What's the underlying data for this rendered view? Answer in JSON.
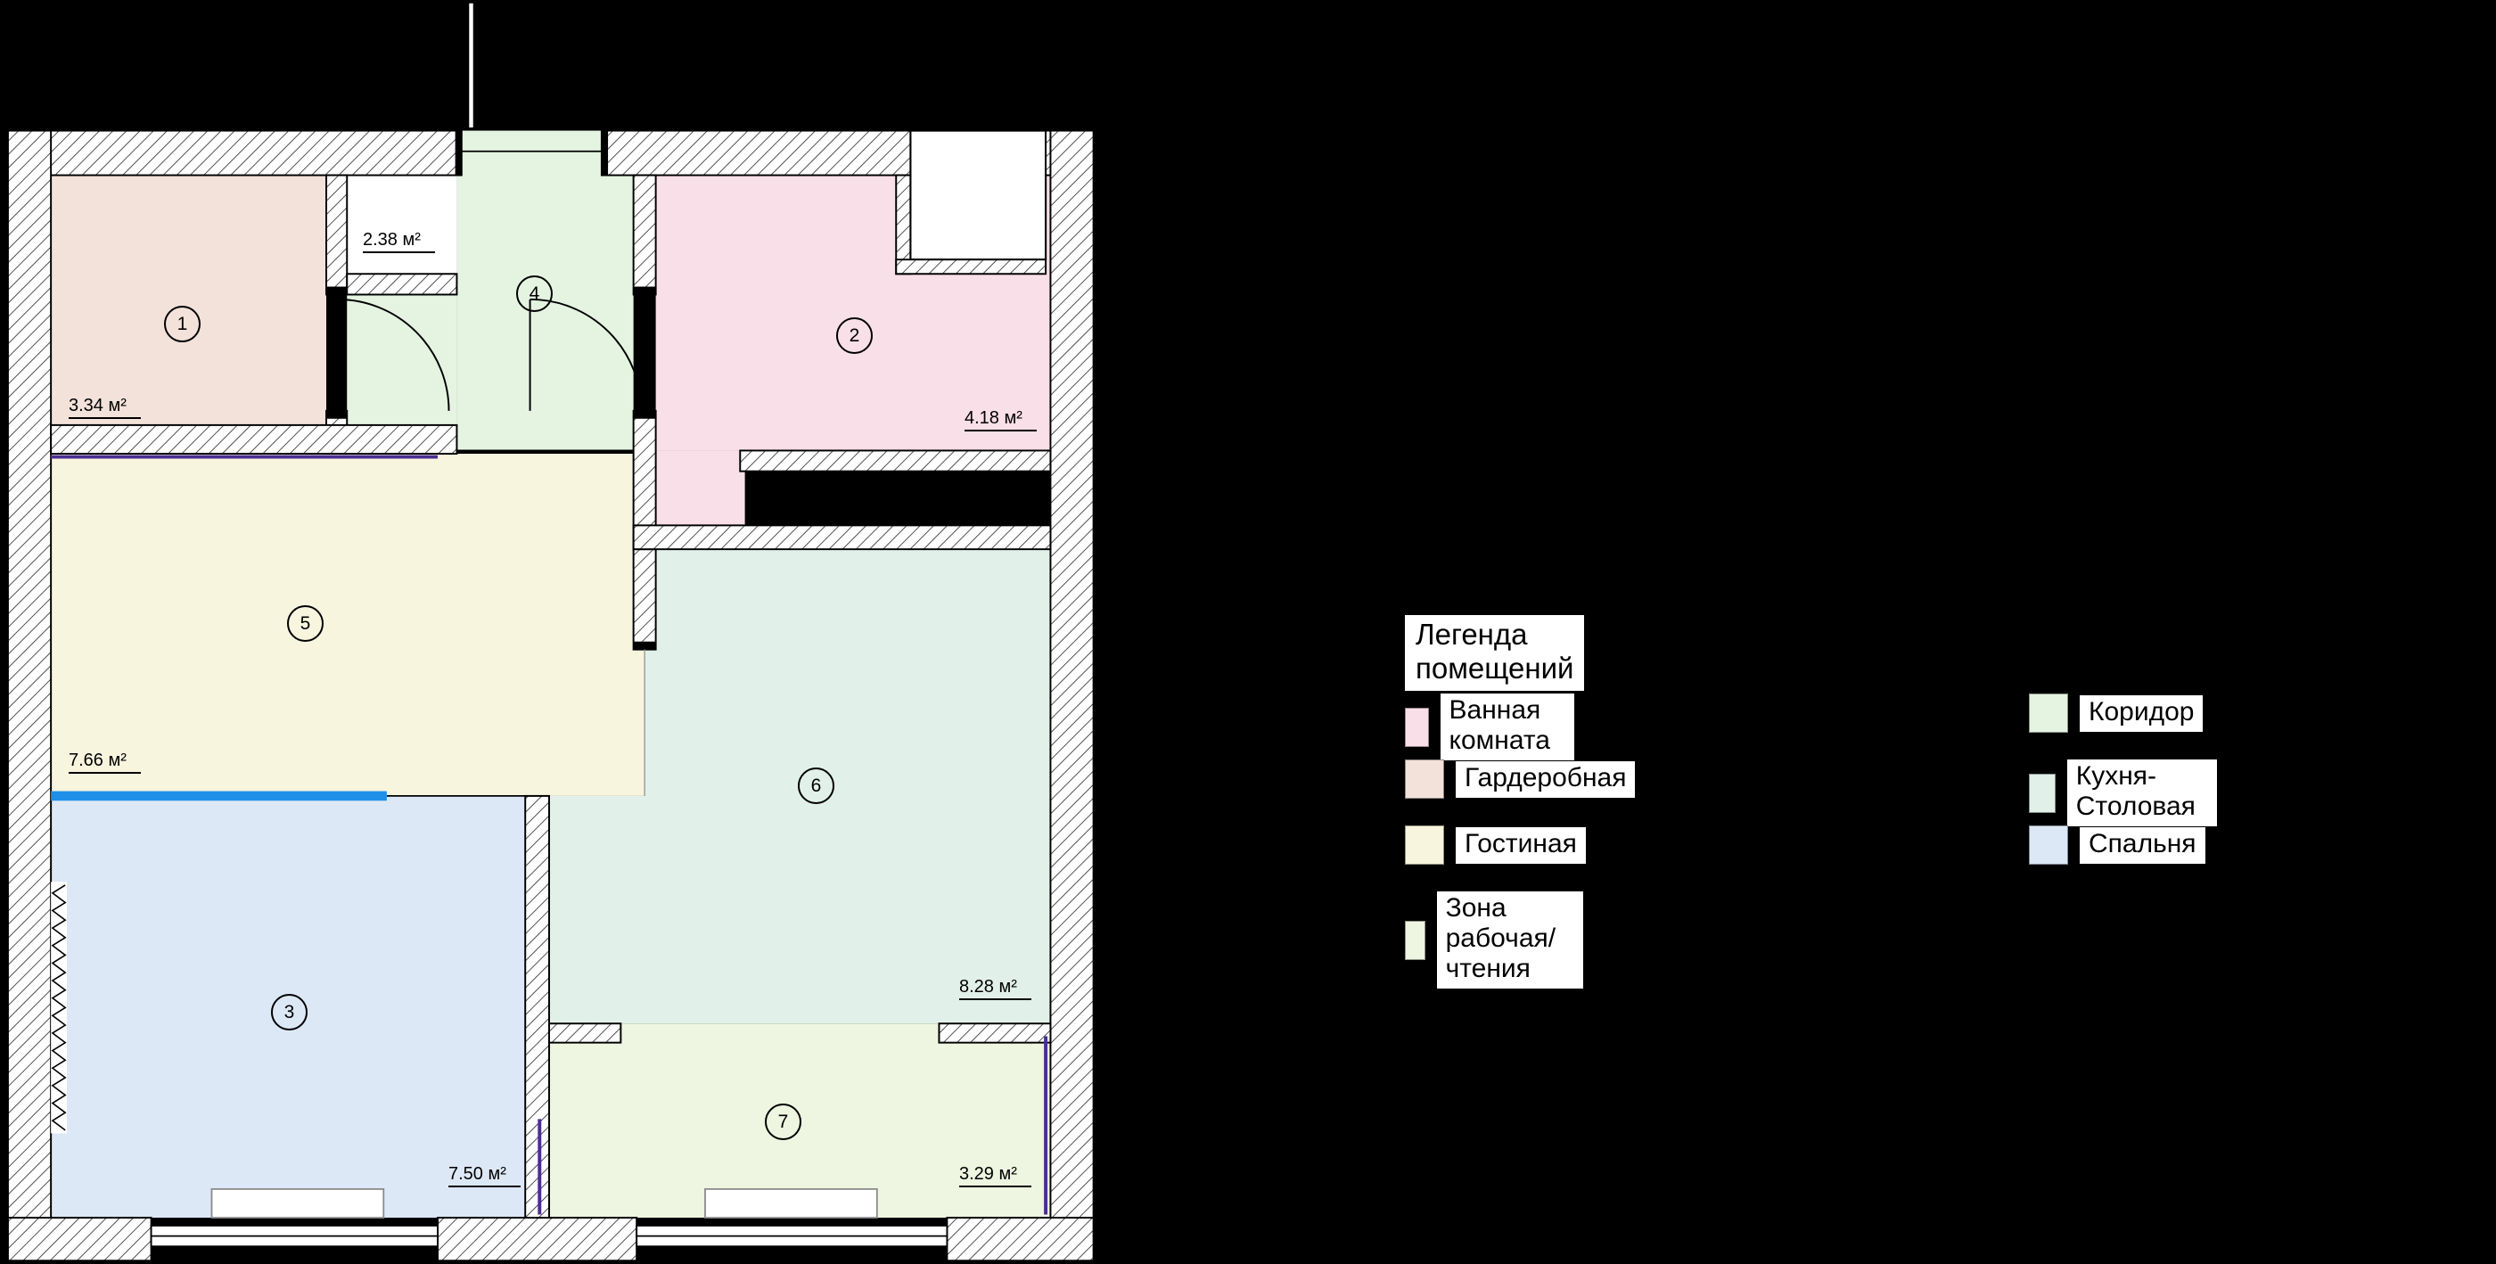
{
  "plan": {
    "rooms": [
      {
        "number": "1",
        "area": "3.34 м²",
        "name": "Гардеробная",
        "color": "#f3e2da"
      },
      {
        "number": "2",
        "area": "4.18 м²",
        "name": "Ванная комната",
        "color": "#f9dfe7"
      },
      {
        "number": "3",
        "area": "7.50 м²",
        "name": "Спальня",
        "color": "#dde8f6"
      },
      {
        "number": "4",
        "area": "2.38 м²",
        "name": "Коридор",
        "color": "#e4f4e1"
      },
      {
        "number": "5",
        "area": "7.66 м²",
        "name": "Гостиная",
        "color": "#f8f5df"
      },
      {
        "number": "6",
        "area": "8.28 м²",
        "name": "Кухня-Столовая",
        "color": "#e1f1e9"
      },
      {
        "number": "7",
        "area": "3.29 м²",
        "name": "Зона рабочая/чтения",
        "color": "#eef5e0"
      }
    ],
    "highlight_wall_color": "#1f8fe8",
    "marker_wall_color": "#4a2e8f",
    "wall_fill": "#ffffff",
    "outline_color": "#000000"
  },
  "legend": {
    "title": "Легенда помещений",
    "columns": [
      [
        {
          "label": "Ванная комната",
          "color": "#f9dfe7"
        },
        {
          "label": "Гардеробная",
          "color": "#f3e2da"
        },
        {
          "label": "Гостиная",
          "color": "#f8f5df"
        },
        {
          "label": "Зона рабочая/чтения",
          "color": "#eef5e0"
        }
      ],
      [
        {
          "label": "Коридор",
          "color": "#e4f4e1"
        },
        {
          "label": "Кухня-Столовая",
          "color": "#e1f1e9"
        },
        {
          "label": "Спальня",
          "color": "#dde8f6"
        }
      ]
    ]
  }
}
